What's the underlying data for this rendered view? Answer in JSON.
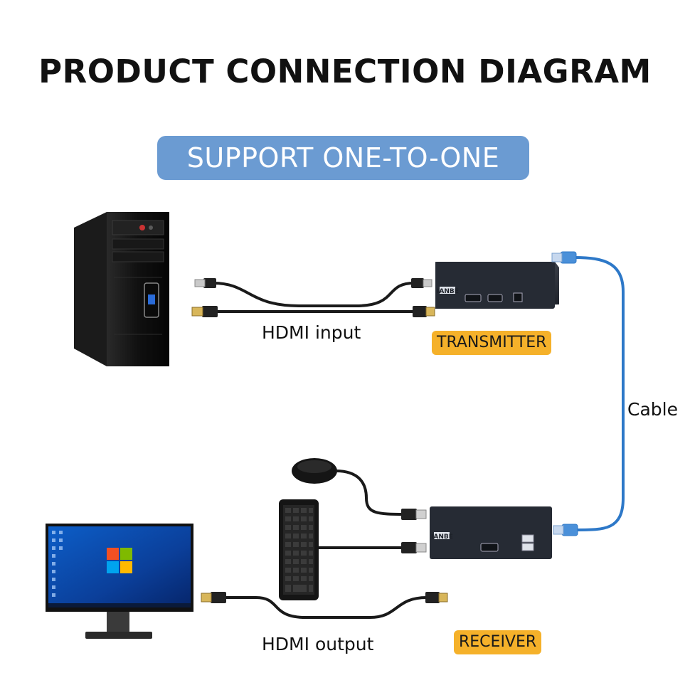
{
  "title": "PRODUCT CONNECTION DIAGRAM",
  "subtitle": "SUPPORT ONE-TO-ONE",
  "labels": {
    "hdmi_input": "HDMI input",
    "hdmi_output": "HDMI output",
    "cable": "Cable",
    "transmitter": "TRANSMITTER",
    "receiver": "RECEIVER"
  },
  "device_brand": "IANBE",
  "colors": {
    "pill": "#6b9bd2",
    "tag": "#f5b12a",
    "network_cable": "#2d78c8",
    "hdmi_cable": "#1a1a1a",
    "device_body": "#252a33"
  },
  "icons": [
    "pc-tower-icon",
    "monitor-icon",
    "keyboard-icon",
    "mouse-icon",
    "transmitter-box-icon",
    "receiver-box-icon",
    "hdmi-plug-icon",
    "usb-plug-icon",
    "rj45-plug-icon"
  ]
}
